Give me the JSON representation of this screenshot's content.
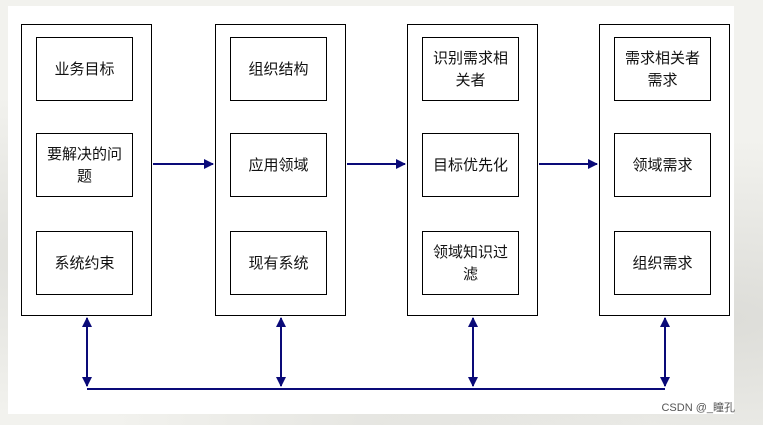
{
  "groups": [
    {
      "boxes": [
        "业务目标",
        "要解决的问题",
        "系统约束"
      ]
    },
    {
      "boxes": [
        "组织结构",
        "应用领域",
        "现有系统"
      ]
    },
    {
      "boxes": [
        "识别需求相关者",
        "目标优先化",
        "领域知识过滤"
      ]
    },
    {
      "boxes": [
        "需求相关者需求",
        "领域需求",
        "组织需求"
      ]
    }
  ],
  "watermark": "CSDN @_瞳孔",
  "colors": {
    "arrow": "#0a0a78",
    "border": "#000000"
  }
}
